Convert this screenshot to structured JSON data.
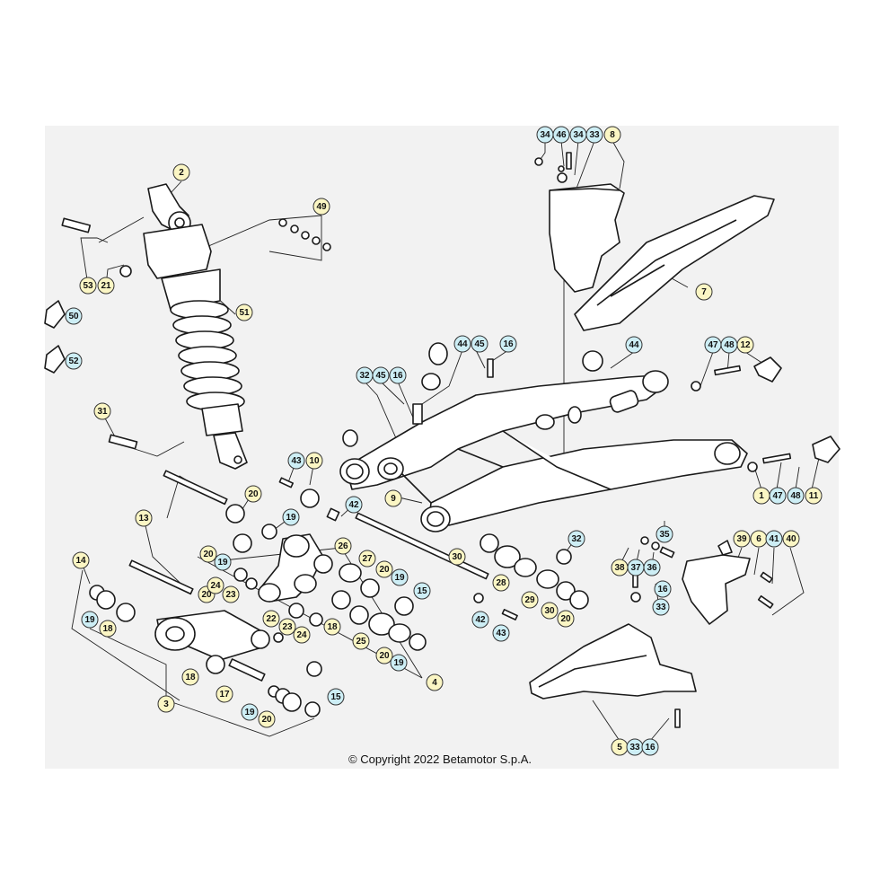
{
  "colors": {
    "yellow": "#fbf6c4",
    "blue": "#cdeef5",
    "panel": "#f2f2f2"
  },
  "copyright": "© Copyright 2022 Betamotor S.p.A.",
  "callouts": [
    {
      "label": "34",
      "color": "blue"
    },
    {
      "label": "46",
      "color": "blue"
    },
    {
      "label": "34",
      "color": "blue"
    },
    {
      "label": "33",
      "color": "blue"
    },
    {
      "label": "8",
      "color": "yellow"
    },
    {
      "label": "2",
      "color": "yellow"
    },
    {
      "label": "49",
      "color": "yellow"
    },
    {
      "label": "53",
      "color": "yellow"
    },
    {
      "label": "21",
      "color": "yellow"
    },
    {
      "label": "50",
      "color": "blue"
    },
    {
      "label": "52",
      "color": "blue"
    },
    {
      "label": "51",
      "color": "yellow"
    },
    {
      "label": "7",
      "color": "yellow"
    },
    {
      "label": "44",
      "color": "blue"
    },
    {
      "label": "45",
      "color": "blue"
    },
    {
      "label": "16",
      "color": "blue"
    },
    {
      "label": "44",
      "color": "blue"
    },
    {
      "label": "47",
      "color": "blue"
    },
    {
      "label": "48",
      "color": "blue"
    },
    {
      "label": "12",
      "color": "yellow"
    },
    {
      "label": "32",
      "color": "blue"
    },
    {
      "label": "45",
      "color": "blue"
    },
    {
      "label": "16",
      "color": "blue"
    },
    {
      "label": "31",
      "color": "yellow"
    },
    {
      "label": "43",
      "color": "blue"
    },
    {
      "label": "10",
      "color": "yellow"
    },
    {
      "label": "20",
      "color": "yellow"
    },
    {
      "label": "9",
      "color": "yellow"
    },
    {
      "label": "42",
      "color": "blue"
    },
    {
      "label": "13",
      "color": "yellow"
    },
    {
      "label": "19",
      "color": "blue"
    },
    {
      "label": "1",
      "color": "yellow"
    },
    {
      "label": "47",
      "color": "blue"
    },
    {
      "label": "48",
      "color": "blue"
    },
    {
      "label": "11",
      "color": "yellow"
    },
    {
      "label": "35",
      "color": "blue"
    },
    {
      "label": "39",
      "color": "yellow"
    },
    {
      "label": "6",
      "color": "yellow"
    },
    {
      "label": "41",
      "color": "blue"
    },
    {
      "label": "40",
      "color": "yellow"
    },
    {
      "label": "20",
      "color": "yellow"
    },
    {
      "label": "19",
      "color": "blue"
    },
    {
      "label": "26",
      "color": "yellow"
    },
    {
      "label": "32",
      "color": "blue"
    },
    {
      "label": "14",
      "color": "yellow"
    },
    {
      "label": "27",
      "color": "yellow"
    },
    {
      "label": "20",
      "color": "yellow"
    },
    {
      "label": "30",
      "color": "yellow"
    },
    {
      "label": "38",
      "color": "yellow"
    },
    {
      "label": "37",
      "color": "blue"
    },
    {
      "label": "36",
      "color": "blue"
    },
    {
      "label": "20",
      "color": "yellow"
    },
    {
      "label": "19",
      "color": "blue"
    },
    {
      "label": "28",
      "color": "yellow"
    },
    {
      "label": "24",
      "color": "yellow"
    },
    {
      "label": "23",
      "color": "yellow"
    },
    {
      "label": "15",
      "color": "blue"
    },
    {
      "label": "16",
      "color": "blue"
    },
    {
      "label": "29",
      "color": "yellow"
    },
    {
      "label": "19",
      "color": "blue"
    },
    {
      "label": "30",
      "color": "yellow"
    },
    {
      "label": "20",
      "color": "yellow"
    },
    {
      "label": "33",
      "color": "blue"
    },
    {
      "label": "18",
      "color": "yellow"
    },
    {
      "label": "22",
      "color": "yellow"
    },
    {
      "label": "23",
      "color": "yellow"
    },
    {
      "label": "24",
      "color": "yellow"
    },
    {
      "label": "18",
      "color": "yellow"
    },
    {
      "label": "42",
      "color": "blue"
    },
    {
      "label": "43",
      "color": "blue"
    },
    {
      "label": "25",
      "color": "yellow"
    },
    {
      "label": "20",
      "color": "yellow"
    },
    {
      "label": "19",
      "color": "blue"
    },
    {
      "label": "18",
      "color": "yellow"
    },
    {
      "label": "4",
      "color": "yellow"
    },
    {
      "label": "17",
      "color": "yellow"
    },
    {
      "label": "15",
      "color": "blue"
    },
    {
      "label": "3",
      "color": "yellow"
    },
    {
      "label": "19",
      "color": "blue"
    },
    {
      "label": "20",
      "color": "yellow"
    },
    {
      "label": "5",
      "color": "yellow"
    },
    {
      "label": "33",
      "color": "blue"
    },
    {
      "label": "16",
      "color": "blue"
    }
  ]
}
